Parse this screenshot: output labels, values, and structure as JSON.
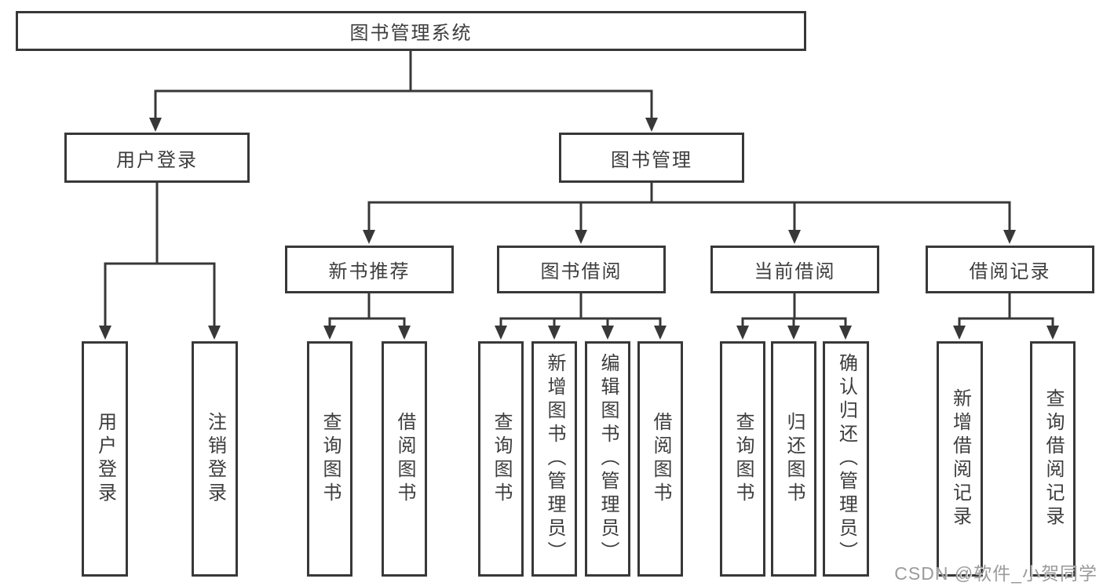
{
  "diagram": {
    "root": "图书管理系统",
    "level2": {
      "user_login": "用户登录",
      "book_mgmt": "图书管理"
    },
    "level3": {
      "new_book_rec": "新书推荐",
      "book_borrow": "图书借阅",
      "current_borrow": "当前借阅",
      "borrow_record": "借阅记录"
    },
    "leaves": {
      "ul_login": "用户登录",
      "ul_logout": "注销登录",
      "nb_query": "查询图书",
      "nb_borrow": "借阅图书",
      "bb_query": "查询图书",
      "bb_add": "新增图书（管理员）",
      "bb_edit": "编辑图书（管理员）",
      "bb_borrow": "借阅图书",
      "cb_query": "查询图书",
      "cb_return": "归还图书",
      "cb_confirm": "确认归还（管理员）",
      "br_add": "新增借阅记录",
      "br_query": "查询借阅记录"
    },
    "watermark": "CSDN @软件_小贺同学",
    "colors": {
      "line": "#383838",
      "text": "#3d3d3d",
      "box_background": "#ffffff",
      "watermark": "#9b9b9b",
      "page_background": "#ffffff"
    }
  }
}
